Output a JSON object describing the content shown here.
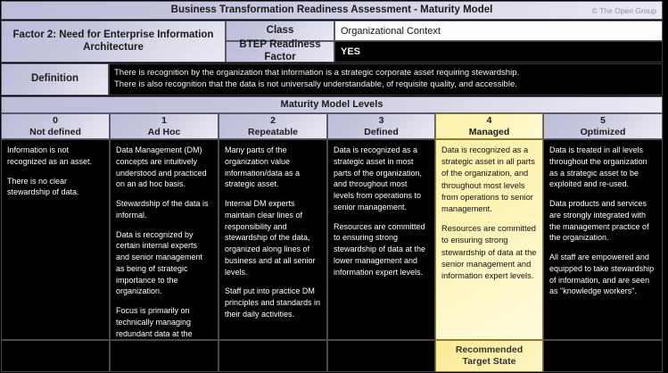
{
  "header": {
    "title": "Business Transformation Readiness Assessment - Maturity Model",
    "copyright": "© The Open Group"
  },
  "factor": {
    "name": "Factor 2: Need for Enterprise Information Architecture",
    "class_label": "Class",
    "class_value": "Organizational Context",
    "btep_label": "BTEP Readiness Factor",
    "btep_value": "YES"
  },
  "definition": {
    "label": "Definition",
    "line1": "There is recognition by the organization that information is a strategic corporate asset requiring stewardship.",
    "line2": "There is also recognition that the data is not universally understandable, of requisite quality, and accessible."
  },
  "levels_banner": "Maturity Model Levels",
  "footer": {
    "recommended_line1": "Recommended",
    "recommended_line2": "Target State"
  },
  "colors": {
    "header_lavender": "#c6c6de",
    "target_yellow": "#fdf3b4",
    "footer_yellow": "#fcefa8",
    "body_black": "#000000"
  },
  "levels": [
    {
      "number": "0",
      "name": "Not defined",
      "is_target": false,
      "paragraphs": [
        "Information is not recognized as an asset.",
        "There is no clear stewardship of data."
      ]
    },
    {
      "number": "1",
      "name": "Ad Hoc",
      "is_target": false,
      "paragraphs": [
        "Data Management (DM) concepts are intuitively understood and practiced on an ad hoc basis.",
        "Stewardship of the data is informal.",
        "Data is recognized by certain internal experts and senior management as being of strategic importance to the organization.",
        "Focus is primarily on technically managing redundant data at the applications level."
      ]
    },
    {
      "number": "2",
      "name": "Repeatable",
      "is_target": false,
      "paragraphs": [
        "Many parts of the organization value information/data as a strategic asset.",
        "Internal DM experts maintain clear lines of responsibility and stewardship of the data, organized along lines of business and at all senior levels.",
        "Staff put into practice DM principles and standards in their daily activities."
      ]
    },
    {
      "number": "3",
      "name": "Defined",
      "is_target": false,
      "paragraphs": [
        "Data is recognized as a strategic asset in most parts of the organization, and throughout most levels from operations to senior management.",
        "Resources are committed to ensuring strong stewardship of data at the lower management and information expert levels."
      ]
    },
    {
      "number": "4",
      "name": "Managed",
      "is_target": true,
      "paragraphs": [
        "Data is recognized as a strategic asset in all parts of the organization, and throughout most levels from operations to senior management.",
        "Resources are committed to ensuring strong stewardship of data at the senior management and information expert levels."
      ]
    },
    {
      "number": "5",
      "name": "Optimized",
      "is_target": false,
      "paragraphs": [
        "Data is treated in all levels throughout the organization as a strategic asset to be exploited and re-used.",
        "Data products and services are strongly integrated with the management practice of the organization.",
        "All staff are empowered and equipped to take stewardship of information, and are seen as \"knowledge workers\"."
      ]
    }
  ]
}
